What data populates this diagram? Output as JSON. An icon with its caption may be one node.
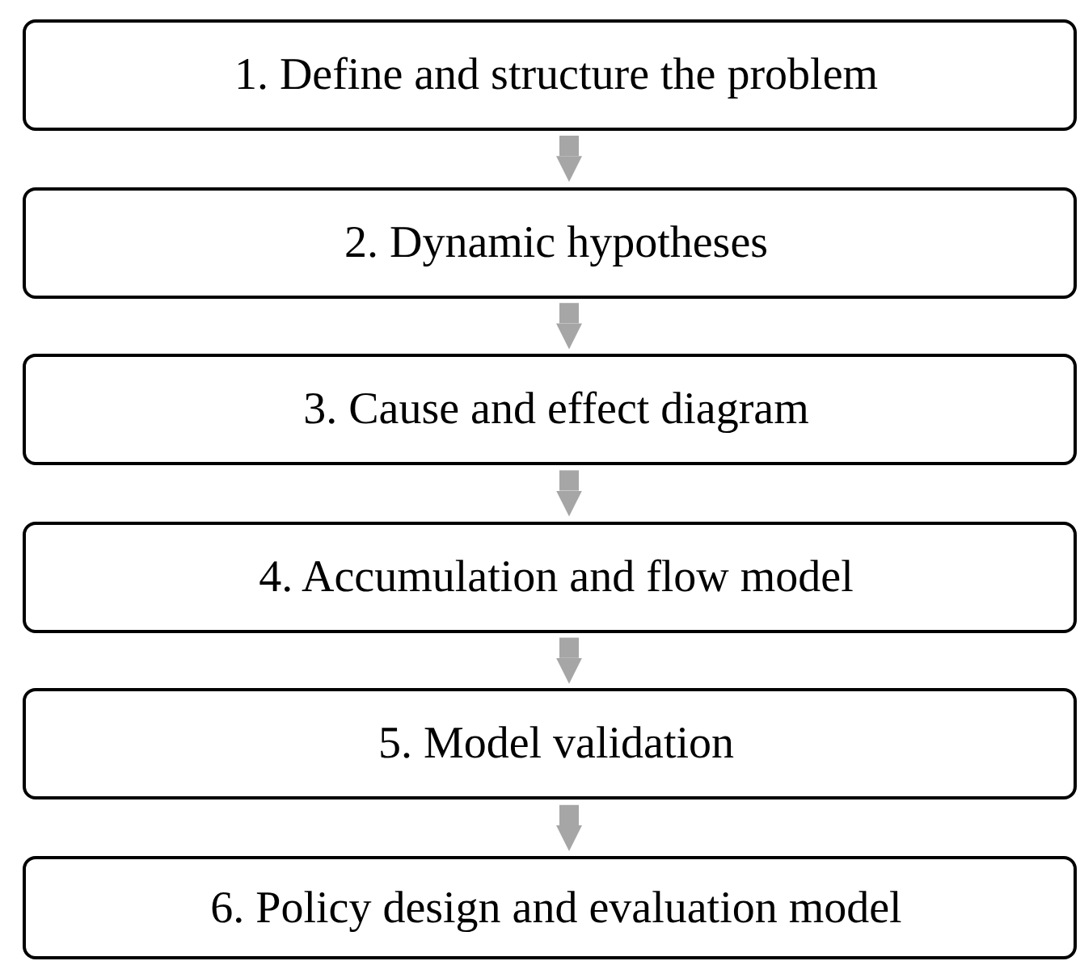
{
  "diagram": {
    "nodes": [
      {
        "text": [
          "1. Define and structure the problem"
        ]
      },
      {
        "text": [
          "2. Dynamic hypotheses"
        ]
      },
      {
        "text": [
          "3. Cause and effect diagram"
        ]
      },
      {
        "text": [
          "4. Accumulation and flow model"
        ]
      },
      {
        "text": [
          "5. Model validation"
        ]
      },
      {
        "text": [
          "6. Policy design and evaluation model"
        ]
      }
    ],
    "edges": [
      {
        "from": 0,
        "to": 1,
        "arrow": "to"
      },
      {
        "from": 1,
        "to": 2,
        "arrow": "to"
      },
      {
        "from": 2,
        "to": 3,
        "arrow": "to"
      },
      {
        "from": 3,
        "to": 4,
        "arrow": "to"
      },
      {
        "from": 4,
        "to": 5,
        "arrow": "to"
      }
    ]
  }
}
